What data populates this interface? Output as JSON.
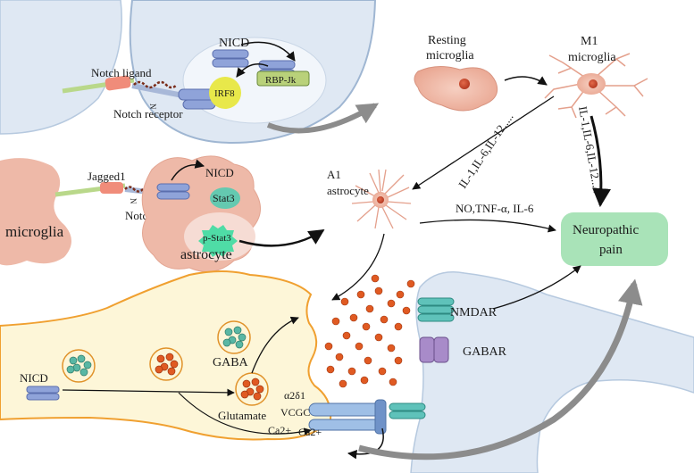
{
  "labels": {
    "nicd_top": "NICD",
    "notch_ligand": "Notch ligand",
    "notch_receptor": "Notch receptor",
    "n_top": "N",
    "irf8": "IRF8",
    "rbpjk": "RBP-Jk",
    "resting_microglia_1": "Resting",
    "resting_microglia_2": "microglia",
    "m1_microglia_1": "M1",
    "m1_microglia_2": "microglia",
    "jagged1": "Jagged1",
    "n_mid": "N",
    "notch1": "Notch1",
    "nicd_mid": "NICD",
    "stat3": "Stat3",
    "pstat3": "p-Stat3",
    "astrocyte": "astrocyte",
    "microglia": "microglia",
    "a1_astrocyte_1": "A1",
    "a1_astrocyte_2": "astrocyte",
    "cytokines_diag": "IL-1,IL-6,IL-12.....",
    "cytokines_right": "IL-1,IL-6,IL-12.....",
    "no_tnf": "NO,TNF-α,  IL-6",
    "neuropathic_1": "Neuropathic",
    "neuropathic_2": "pain",
    "nmdar": "NMDAR",
    "gabar": "GABAR",
    "gaba": "GABA",
    "glutamate": "Glutamate",
    "nicd_bottom": "NICD",
    "a2d1": "α2δ1",
    "vcgc": "VCGC",
    "ca2_a": "Ca2+",
    "ca2_b": "Ca2+"
  },
  "colors": {
    "cell_blue": "#dfe8f3",
    "cell_outline": "#9fb6d2",
    "microglia_pink": "#eeb9a8",
    "neuron_fill": "#fdf6d8",
    "neuron_outline": "#f0a030",
    "vesicle_red": "#e05a22",
    "vesicle_teal": "#59b7a4",
    "pain_green": "#a9e3b8",
    "arrow_grey": "#8c8c8c",
    "irf8_yellow": "#e8e84a",
    "pstat3_green": "#4fdca6"
  }
}
